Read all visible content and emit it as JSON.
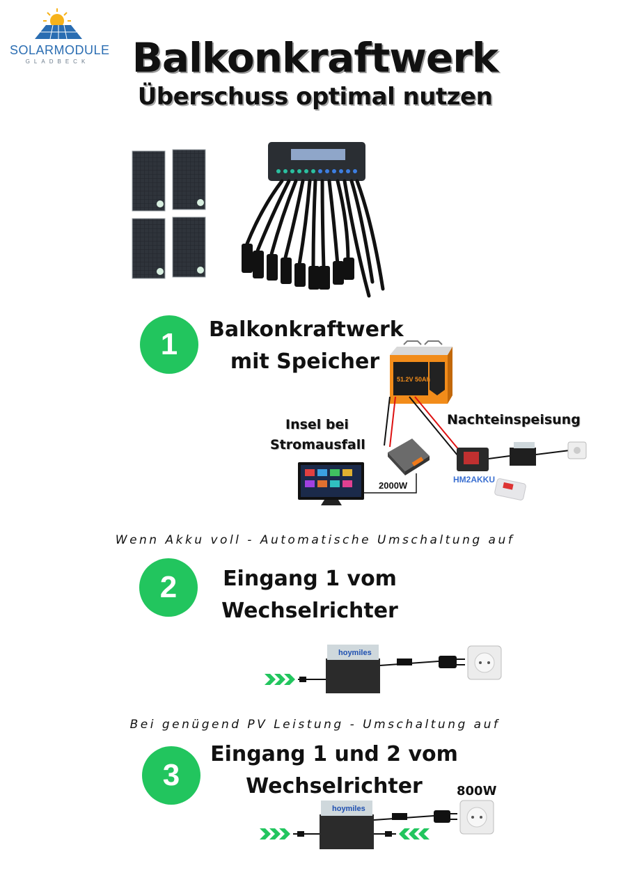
{
  "logo": {
    "brand": "SOLARMODULE",
    "location": "GLADBECK"
  },
  "header": {
    "title": "Balkonkraftwerk",
    "subtitle": "Überschuss optimal nutzen"
  },
  "step1": {
    "number": "1",
    "line1": "Balkonkraftwerk",
    "line2": "mit Speicher",
    "label_island_1": "Insel bei",
    "label_island_2": "Stromausfall",
    "label_night": "Nachteinspeisung",
    "power_label": "2000W",
    "device_label": "HM2AKKU",
    "battery_label": "51.2V 50Ah"
  },
  "note1": "Wenn Akku voll - Automatische Umschaltung auf",
  "step2": {
    "number": "2",
    "line1": "Eingang 1 vom",
    "line2": "Wechselrichter",
    "brand": "hoymiles"
  },
  "note2": "Bei genügend PV Leistung - Umschaltung auf",
  "step3": {
    "number": "3",
    "line1": "Eingang 1 und 2 vom",
    "line2": "Wechselrichter",
    "power_label": "800W",
    "brand": "hoymiles"
  },
  "colors": {
    "accent_green": "#22c55e",
    "brand_blue": "#2a6db2",
    "battery_orange": "#f28c1a"
  }
}
